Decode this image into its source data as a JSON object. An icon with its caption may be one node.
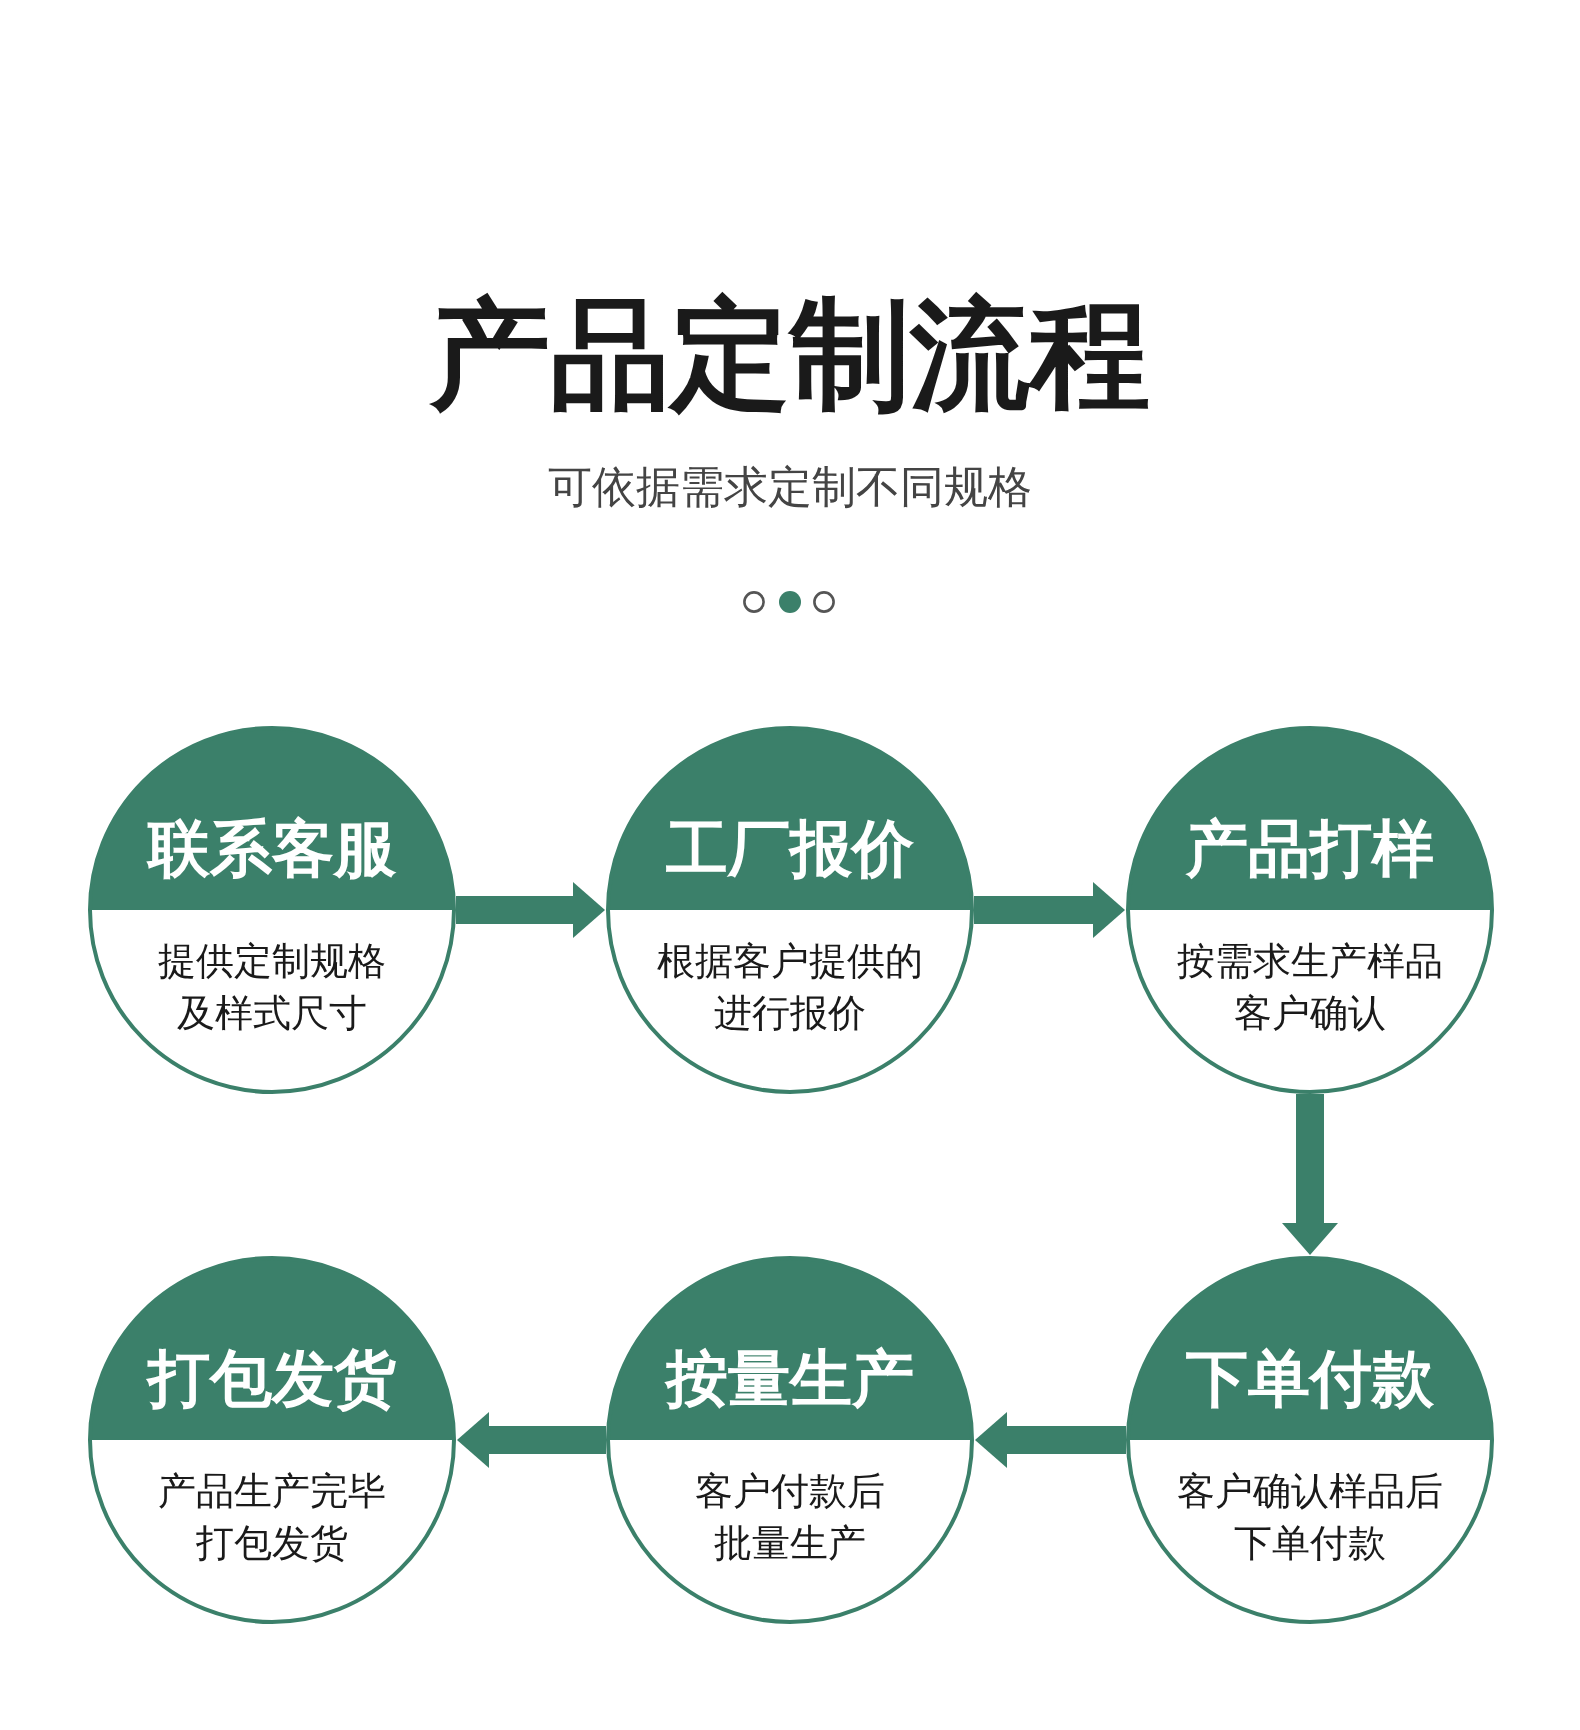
{
  "diagram": {
    "title": "产品定制流程",
    "nodes": [
      {
        "text": [
          "联系客服",
          "提供定制规格及样式尺寸"
        ]
      },
      {
        "text": [
          "工厂报价",
          "根据客户提供的进行报价"
        ]
      },
      {
        "text": [
          "产品打样",
          "按需求生产样品客户确认"
        ]
      },
      {
        "text": [
          "打包发货",
          "产品生产完毕打包发货"
        ]
      },
      {
        "text": [
          "按量生产",
          "客户付款后批量生产"
        ]
      },
      {
        "text": [
          "下单付款",
          "客户确认样品后下单付款"
        ]
      }
    ],
    "edges": [
      {
        "from": 0,
        "to": 1,
        "arrow": "to"
      },
      {
        "from": 1,
        "to": 2,
        "arrow": "to"
      },
      {
        "from": 2,
        "to": 5,
        "arrow": "to"
      },
      {
        "from": 5,
        "to": 4,
        "arrow": "to"
      },
      {
        "from": 4,
        "to": 3,
        "arrow": "to"
      }
    ],
    "labels": [
      "可依据需求定制不同规格"
    ]
  }
}
